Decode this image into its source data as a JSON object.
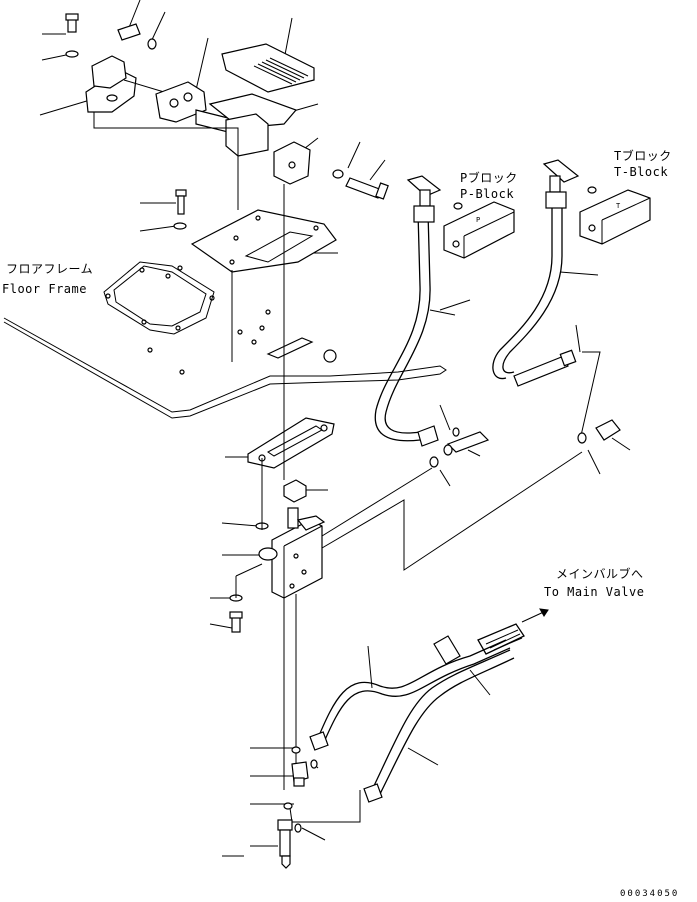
{
  "labels": {
    "floor_frame_jp": "フロアフレーム",
    "floor_frame_en": "Floor Frame",
    "p_block_jp": "Pブロック",
    "p_block_en": "P-Block",
    "t_block_jp": "Tブロック",
    "t_block_en": "T-Block",
    "main_valve_jp": "メインバルブへ",
    "main_valve_en": "To Main Valve",
    "drawing_number": "00034050"
  }
}
